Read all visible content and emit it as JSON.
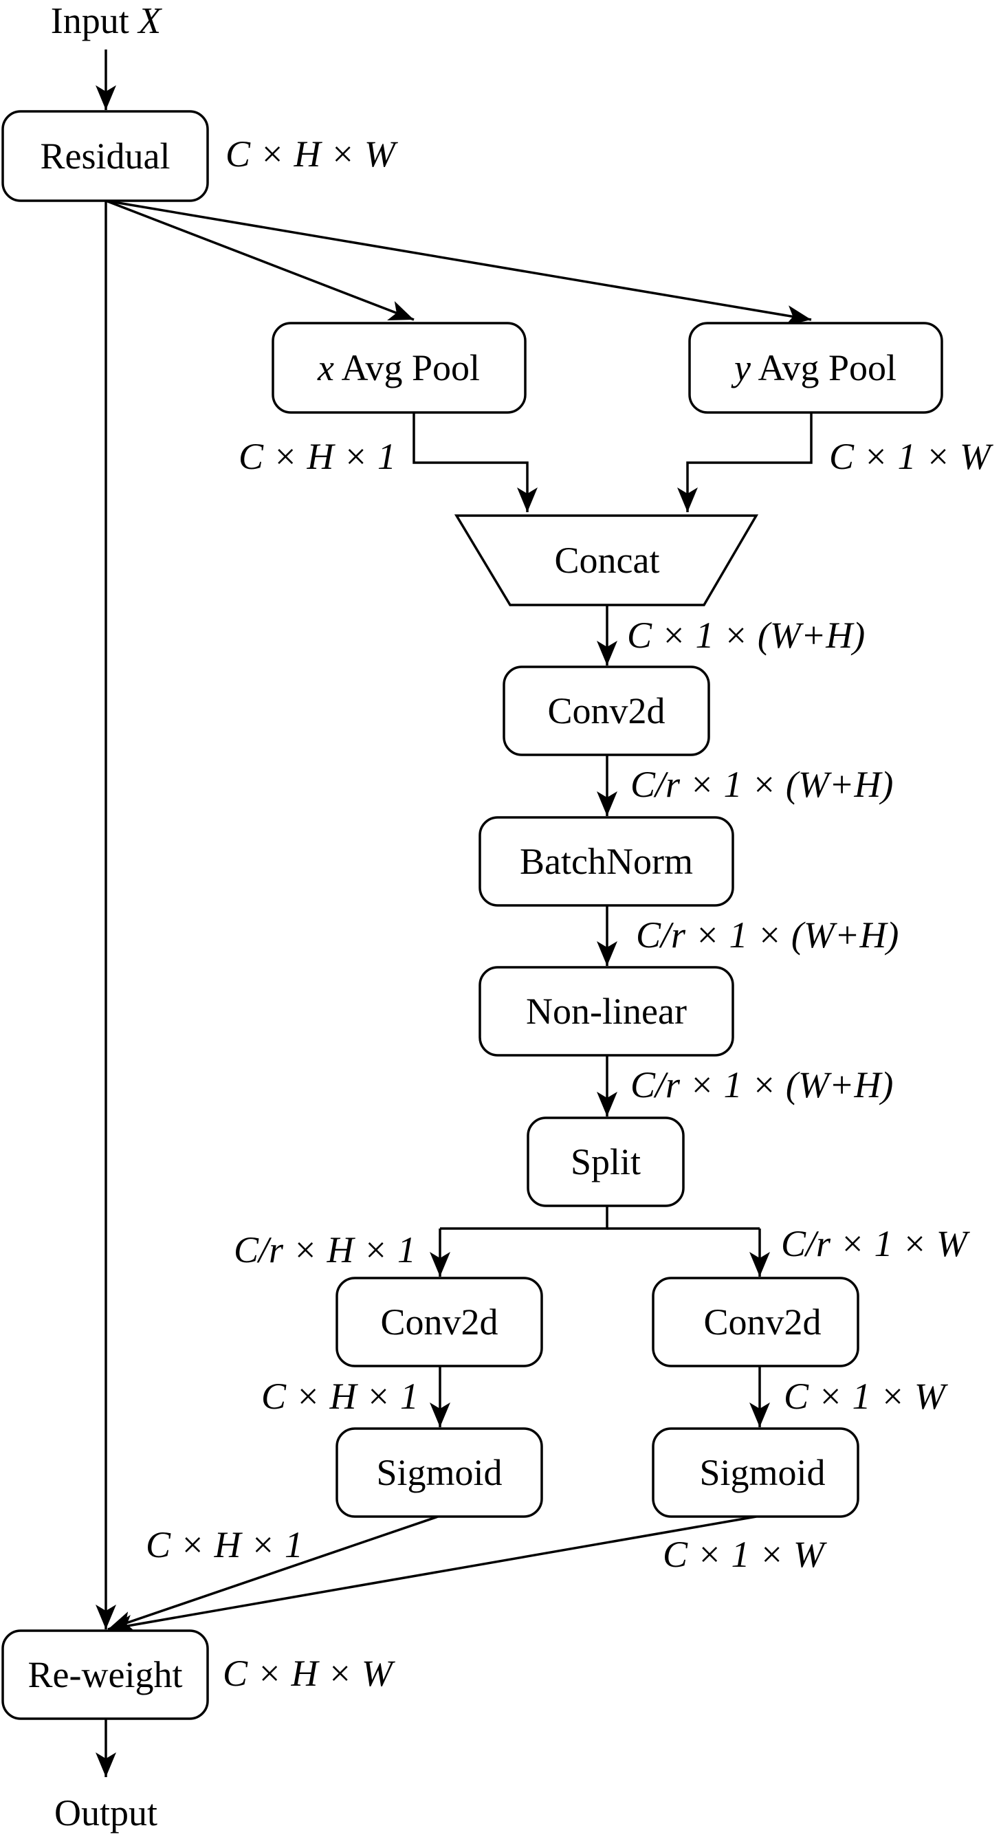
{
  "io": {
    "input": {
      "text": "Input ",
      "var": "X"
    },
    "output": "Output"
  },
  "nodes": {
    "residual": "Residual",
    "x_avg_pool": {
      "var": "x",
      "text": " Avg Pool"
    },
    "y_avg_pool": {
      "var": "y",
      "text": " Avg Pool"
    },
    "concat": "Concat",
    "conv2d_main": "Conv2d",
    "batchnorm": "BatchNorm",
    "nonlinear": "Non-linear",
    "split": "Split",
    "conv2d_h": "Conv2d",
    "conv2d_w": "Conv2d",
    "sigmoid_h": "Sigmoid",
    "sigmoid_w": "Sigmoid",
    "reweight": "Re-weight"
  },
  "dims": {
    "residual_out": "C × H × W",
    "x_pool_out": "C × H × 1",
    "y_pool_out": "C × 1 × W",
    "concat_out": "C × 1 × (W+H)",
    "conv_out": "C/r × 1 × (W+H)",
    "bn_out": "C/r × 1 × (W+H)",
    "nl_out": "C/r × 1 × (W+H)",
    "split_h": "C/r × H × 1",
    "split_w": "C/r × 1 × W",
    "conv_h_out": "C × H × 1",
    "conv_w_out": "C × 1 × W",
    "sig_h_out": "C × H × 1",
    "sig_w_out": "C × 1 × W",
    "reweight_out": "C × H × W"
  }
}
